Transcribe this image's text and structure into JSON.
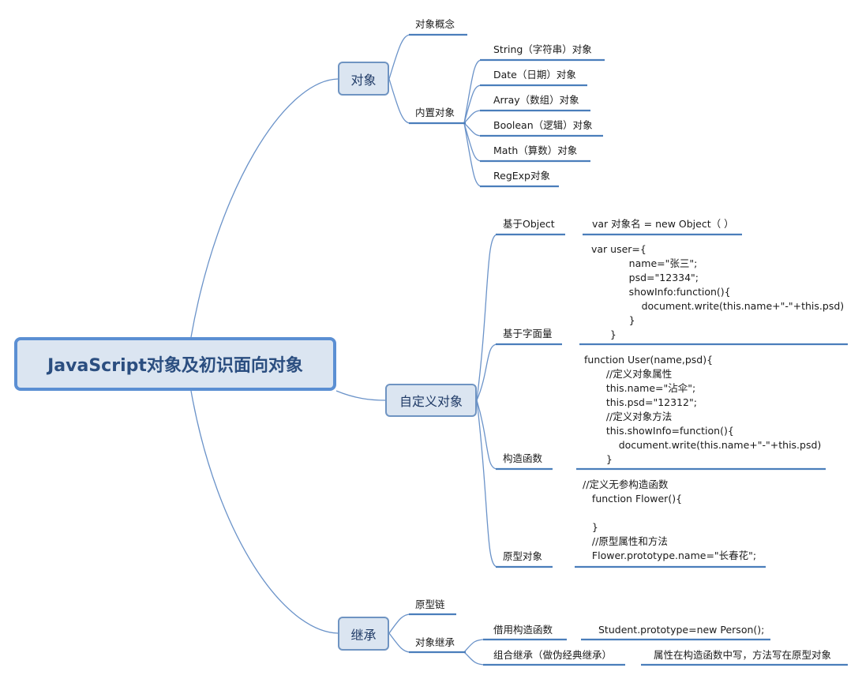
{
  "root": {
    "label": "JavaScript对象及初识面向对象"
  },
  "branches": {
    "object": {
      "label": "对象",
      "concept": "对象概念",
      "builtin": {
        "label": "内置对象",
        "items": [
          "String（字符串）对象",
          "Date（日期）对象",
          "Array（数组）对象",
          "Boolean（逻辑）对象",
          "Math（算数）对象",
          "RegExp对象"
        ]
      }
    },
    "custom": {
      "label": "自定义对象",
      "based_object": {
        "label": "基于Object",
        "code": "var 对象名 = new Object（ ）"
      },
      "literal": {
        "label": "基于字面量",
        "code": "var user={\n            name=\"张三\";\n            psd=\"12334\";\n            showInfo:function(){\n                document.write(this.name+\"-\"+this.psd)\n            }\n      }"
      },
      "constructor": {
        "label": "构造函数",
        "code": "function User(name,psd){\n       //定义对象属性\n       this.name=\"沾伞\";\n       this.psd=\"12312\";\n       //定义对象方法\n       this.showInfo=function(){\n           document.write(this.name+\"-\"+this.psd)\n       }"
      },
      "prototype": {
        "label": "原型对象",
        "code": "//定义无参构造函数\n   function Flower(){\n\n   }\n   //原型属性和方法\n   Flower.prototype.name=\"长春花\";"
      }
    },
    "inherit": {
      "label": "继承",
      "chain": "原型链",
      "obj_inherit": {
        "label": "对象继承",
        "borrow": {
          "label": "借用构造函数",
          "code": "Student.prototype=new Person();"
        },
        "combo": {
          "label": "组合继承（做伪经典继承）",
          "note": "属性在构造函数中写，方法写在原型对象"
        }
      }
    }
  },
  "colors": {
    "line": "#4a7ebb",
    "box_fill": "#dbe5f1",
    "box_border": "#6f94c2",
    "root_border": "#5b8fd3"
  }
}
